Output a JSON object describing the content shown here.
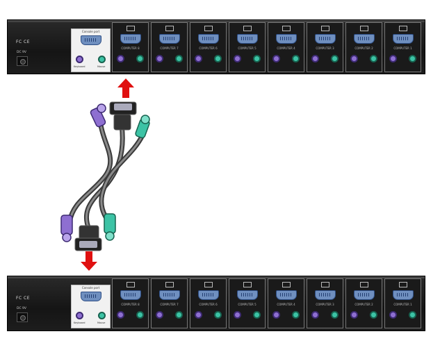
{
  "image": {
    "background": "#ffffff",
    "panel_color": "#1a1a1a",
    "vga_color": "#6f8fbf",
    "keyboard_color": "#8e6fd1",
    "mouse_color": "#3cc3a5",
    "arrow_color": "#e01010"
  },
  "switch": {
    "fcc_mark": "FC CE",
    "dc_label": "DC 9V",
    "console_title": "Console port",
    "keyboard_label": "Keyboard",
    "mouse_label": "Mouse",
    "ports": [
      {
        "label": "COMPUTER 8"
      },
      {
        "label": "COMPUTER 7"
      },
      {
        "label": "COMPUTER 6"
      },
      {
        "label": "COMPUTER 5"
      },
      {
        "label": "COMPUTER 4"
      },
      {
        "label": "COMPUTER 3"
      },
      {
        "label": "COMPUTER 2"
      },
      {
        "label": "COMPUTER 1"
      }
    ]
  },
  "arrows": {
    "top": "up-arrow-icon",
    "bottom": "down-arrow-icon"
  },
  "cable": {
    "name": "kvm-cable"
  }
}
